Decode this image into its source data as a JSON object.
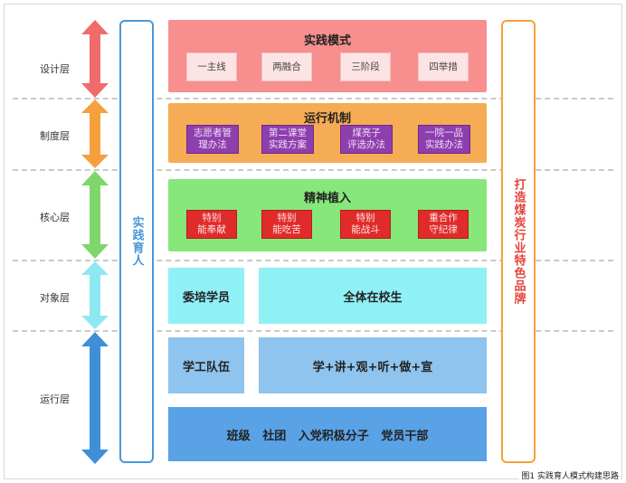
{
  "layers": {
    "design": "设计层",
    "system": "制度层",
    "core": "核心层",
    "target": "对象层",
    "operation": "运行层"
  },
  "left_column": {
    "label": "实践育人",
    "color": "#4a97d6"
  },
  "right_column": {
    "label": "打造煤炭行业特色品牌",
    "color": "#e4433c"
  },
  "practice_mode": {
    "title": "实践模式",
    "items": [
      "一主线",
      "两融合",
      "三阶段",
      "四举措"
    ]
  },
  "mechanism": {
    "title": "运行机制",
    "items": [
      "志愿者管\n理办法",
      "第二课堂\n实践方案",
      "煤亮子\n评选办法",
      "一院一品\n实践办法"
    ]
  },
  "spirit": {
    "title": "精神植入",
    "items": [
      "特别\n能奉献",
      "特别\n能吃苦",
      "特别\n能战斗",
      "重合作\n守纪律"
    ]
  },
  "target_row": {
    "left": "委培学员",
    "right": "全体在校生"
  },
  "team_row": {
    "left": "学工队伍",
    "right": "学+讲+观+听+做+宣"
  },
  "base_row": {
    "label": "班级   社团   入党积极分子   党员干部"
  },
  "caption": "图1 实践育人模式构建思路",
  "colors": {
    "arrow_red": "#f06b6b",
    "arrow_orange": "#f5a03c",
    "arrow_green": "#7fd66a",
    "arrow_cyan": "#8ee8f2",
    "arrow_blue": "#3f8fd8"
  }
}
